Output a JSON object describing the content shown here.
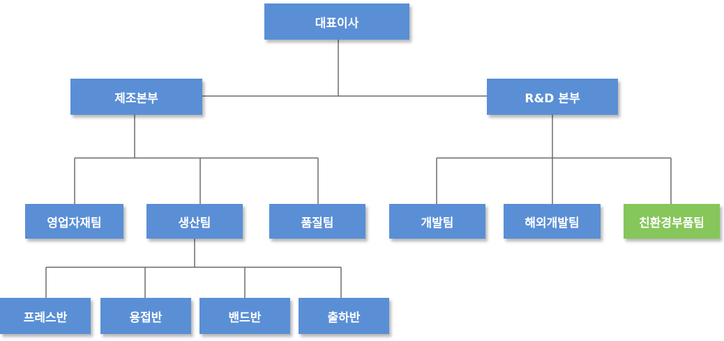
{
  "colors": {
    "box_fill": "#5a8fd6",
    "highlight_fill": "#86c65a",
    "connector": "#6b6b6b",
    "text": "#ffffff"
  },
  "org": {
    "ceo": "대표이사",
    "manufacturing_hq": "제조본부",
    "rnd_hq": "R&D 본부",
    "sales_materials_team": "영업자재팀",
    "production_team": "생산팀",
    "quality_team": "품질팀",
    "development_team": "개발팀",
    "overseas_development_team": "해외개발팀",
    "eco_management_parts_team": "친환경부품팀",
    "press_unit": "프레스반",
    "welding_unit": "용접반",
    "band_unit": "밴드반",
    "shipping_unit": "출하반"
  }
}
